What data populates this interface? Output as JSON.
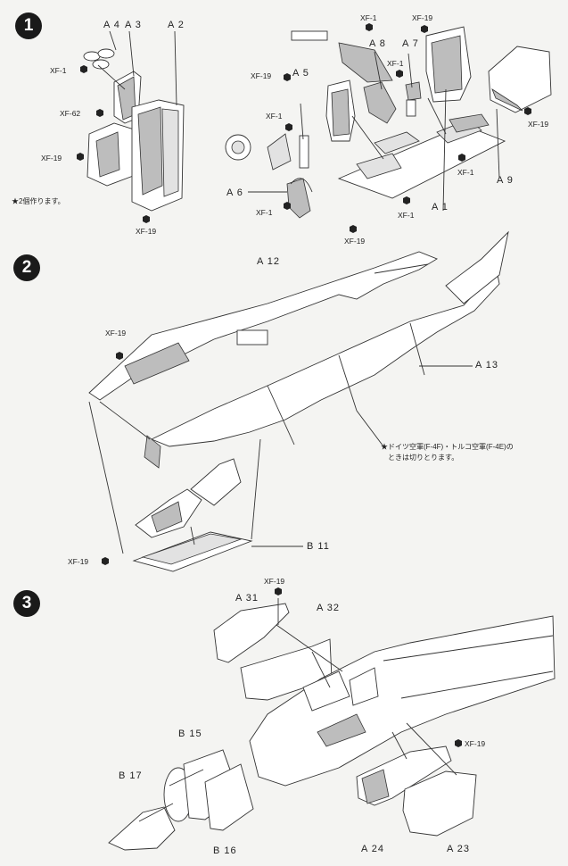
{
  "steps": [
    {
      "number": "1",
      "labels": {
        "a4": "A 4",
        "a3": "A 3",
        "a2": "A 2",
        "a8": "A 8",
        "a7": "A 7",
        "a5": "A 5",
        "a9": "A 9",
        "a6": "A 6",
        "a1": "A 1"
      },
      "paints": {
        "p1": "XF-1",
        "p2": "XF-62",
        "p3": "XF-19",
        "p4": "XF-19",
        "p5": "XF-1",
        "p6": "XF-19",
        "p7": "XF-1",
        "p8": "XF-19",
        "p9": "XF-1",
        "p10": "XF-19",
        "p11": "XF-1",
        "p12": "XF-1",
        "p13": "XF-1",
        "p14": "XF-19"
      },
      "note": "★2個作ります。"
    },
    {
      "number": "2",
      "labels": {
        "a12": "A 12",
        "a13": "A 13",
        "b11": "B 11"
      },
      "paints": {
        "p1": "XF-19",
        "p2": "XF-19"
      },
      "note_line1": "★ドイツ空軍(F-4F)・トルコ空軍(F-4E)の",
      "note_line2": "ときは切りとります。"
    },
    {
      "number": "3",
      "labels": {
        "a31": "A 31",
        "a32": "A 32",
        "b15": "B 15",
        "b17": "B 17",
        "b16": "B 16",
        "a24": "A 24",
        "a23": "A 23"
      },
      "paints": {
        "p1": "XF-19",
        "p2": "XF-19"
      }
    }
  ],
  "colors": {
    "background": "#f4f4f2",
    "ink": "#222222",
    "part_gray": "#bdbdbd"
  },
  "icons": {
    "step_badge": "black-circle",
    "paint_marker": "black-hexagon"
  }
}
